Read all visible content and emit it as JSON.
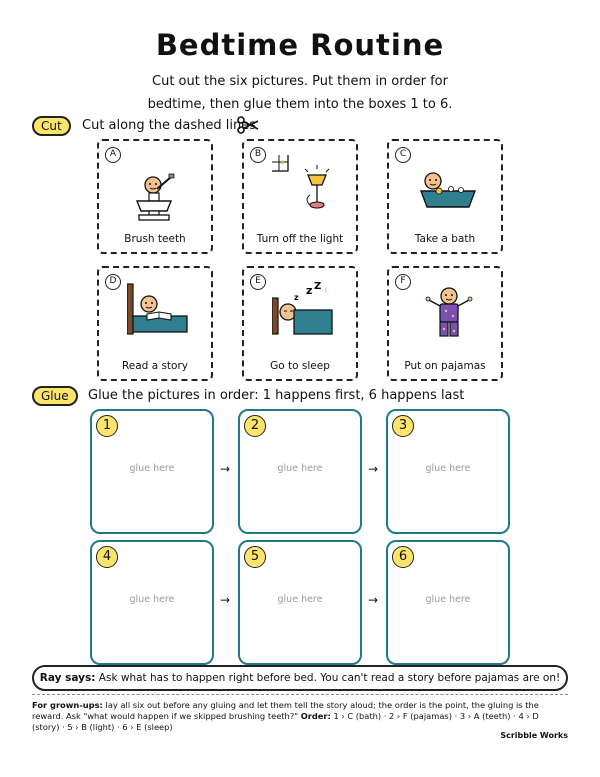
{
  "page": {
    "title": "Bedtime Routine",
    "intro_line1": "Cut out the six pictures. Put them in order for",
    "intro_line2": "bedtime, then glue them into the boxes 1 to 6."
  },
  "cut_section": {
    "pill": "Cut",
    "instruction": "Cut along the dashed lines",
    "icon": "scissors-icon"
  },
  "cards": [
    {
      "letter": "A",
      "caption": "Brush teeth",
      "icon": "toothbrush-icon"
    },
    {
      "letter": "B",
      "caption": "Turn off the light",
      "icon": "lamp-icon"
    },
    {
      "letter": "C",
      "caption": "Take a bath",
      "icon": "bathtub-icon"
    },
    {
      "letter": "D",
      "caption": "Read a story",
      "icon": "book-in-bed-icon"
    },
    {
      "letter": "E",
      "caption": "Go to sleep",
      "icon": "sleeping-icon"
    },
    {
      "letter": "F",
      "caption": "Put on pajamas",
      "icon": "pajamas-icon"
    }
  ],
  "glue_section": {
    "pill": "Glue",
    "instruction": "Glue the pictures in order: 1 happens first, 6 happens last",
    "boxes": [
      {
        "number": "1",
        "hint": "glue here"
      },
      {
        "number": "2",
        "hint": "glue here"
      },
      {
        "number": "3",
        "hint": "glue here"
      },
      {
        "number": "4",
        "hint": "glue here"
      },
      {
        "number": "5",
        "hint": "glue here"
      },
      {
        "number": "6",
        "hint": "glue here"
      }
    ],
    "arrow": "→"
  },
  "tip": {
    "speaker": "Ray says:",
    "text": "Ask what has to happen right before bed. You can't read a story before pajamas are on!"
  },
  "grownups": {
    "label": "For grown-ups:",
    "text": "lay all six out before any gluing and let them tell the story aloud; the order is the point, the gluing is the reward. Ask \"what would happen if we skipped brushing teeth?\"",
    "order_label": "Order:",
    "order_text": "1 › C (bath) · 2 › F (pajamas) · 3 › A (teeth) · 4 › D (story) · 5 › B (light) · 6 › E (sleep)"
  },
  "brand": "Scribble Works",
  "colors": {
    "accent_yellow": "#fde56b",
    "glue_border": "#1e7a8a",
    "tub_teal": "#2f7f8f",
    "pajama_purple": "#7b4fb3",
    "bed_brown": "#7a4a2a"
  }
}
